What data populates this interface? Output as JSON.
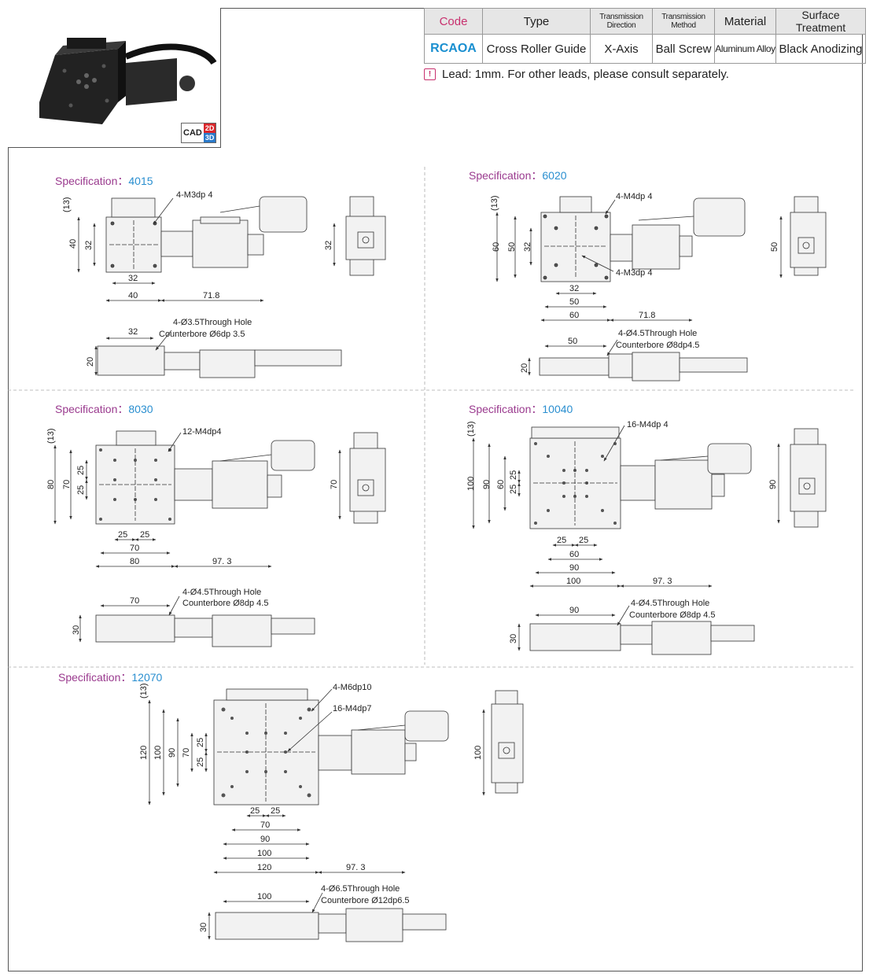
{
  "table": {
    "headers": [
      "Code",
      "Type",
      "Transmission Direction",
      "Transmission Method",
      "Material",
      "Surface Treatment"
    ],
    "row": [
      "RCAOA",
      "Cross Roller Guide",
      "X-Axis",
      "Ball Screw",
      "Aluminum Alloy",
      "Black Anodizing"
    ]
  },
  "note": "Lead: 1mm. For other leads, please consult separately.",
  "cad": {
    "label": "CAD",
    "d2": "2D",
    "d3": "3D"
  },
  "spec_label": "Specification：",
  "specs": [
    {
      "name": "4015",
      "labels": {
        "tap": "4-M3dp 4",
        "hole1": "4-Ø3.5Through Hole",
        "hole2": "Counterbore Ø6dp 3.5",
        "h13": "(13)",
        "v40": "40",
        "v32": "32",
        "h32": "32",
        "h40": "40",
        "h718": "71.8",
        "sv32": "32",
        "t32": "32",
        "t20": "20"
      }
    },
    {
      "name": "6020",
      "labels": {
        "tap": "4-M4dp 4",
        "tap2": "4-M3dp 4",
        "hole1": "4-Ø4.5Through Hole",
        "hole2": "Counterbore Ø8dp4.5",
        "h13": "(13)",
        "v60": "60",
        "v50": "50",
        "v32": "32",
        "h32": "32",
        "h50": "50",
        "h60": "60",
        "h718": "71.8",
        "sv50": "50",
        "t50": "50",
        "t20": "20"
      }
    },
    {
      "name": "8030",
      "labels": {
        "tap": "12-M4dp4",
        "hole1": "4-Ø4.5Through Hole",
        "hole2": "Counterbore Ø8dp 4.5",
        "h13": "(13)",
        "v80": "80",
        "v70": "70",
        "v25a": "25",
        "v25b": "25",
        "h25a": "25",
        "h25b": "25",
        "h70": "70",
        "h80": "80",
        "h973": "97. 3",
        "sv70": "70",
        "t70": "70",
        "t30": "30"
      }
    },
    {
      "name": "10040",
      "labels": {
        "tap": "16-M4dp 4",
        "hole1": "4-Ø4.5Through Hole",
        "hole2": "Counterbore Ø8dp 4.5",
        "h13": "(13)",
        "v100": "100",
        "v90": "90",
        "v60": "60",
        "v25a": "25",
        "v25b": "25",
        "h25a": "25",
        "h25b": "25",
        "h60": "60",
        "h90": "90",
        "h100": "100",
        "h973": "97. 3",
        "sv90": "90",
        "t90": "90",
        "t30": "30"
      }
    },
    {
      "name": "12070",
      "labels": {
        "tap": "4-M6dp10",
        "tap2": "16-M4dp7",
        "hole1": "4-Ø6.5Through Hole",
        "hole2": "Counterbore Ø12dp6.5",
        "h13": "(13)",
        "v120": "120",
        "v100": "100",
        "v90": "90",
        "v70": "70",
        "v25a": "25",
        "v25b": "25",
        "h25a": "25",
        "h25b": "25",
        "h70": "70",
        "h90": "90",
        "h100": "100",
        "h120": "120",
        "h973": "97. 3",
        "sv100": "100",
        "t100": "100",
        "t30": "30"
      }
    }
  ],
  "colors": {
    "code_header": "#c8306e",
    "code_value": "#1a8fd0",
    "spec_label": "#9a3a8e",
    "spec_value": "#2a8fd0"
  }
}
